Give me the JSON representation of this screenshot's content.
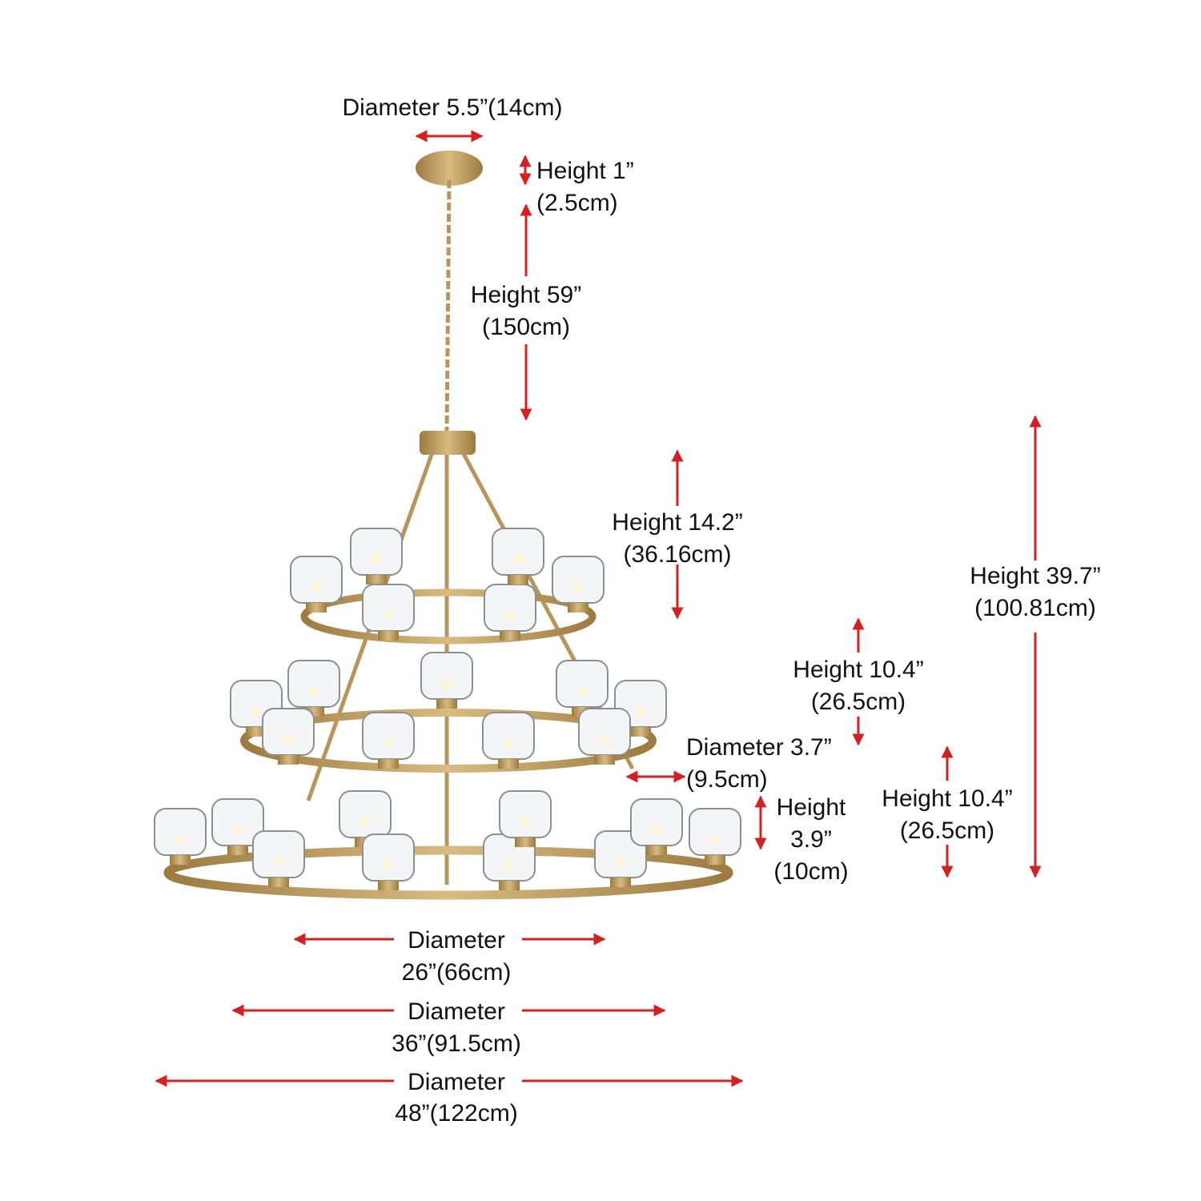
{
  "canopy": {
    "diameter": "Diameter 5.5”(14cm)",
    "height_line1": "Height 1”",
    "height_line2": "(2.5cm)"
  },
  "chain": {
    "line1": "Height 59”",
    "line2": "(150cm)"
  },
  "top_tier": {
    "line1": "Height 14.2”",
    "line2": "(36.16cm)"
  },
  "overall": {
    "line1": "Height 39.7”",
    "line2": "(100.81cm)"
  },
  "middle_tier": {
    "line1": "Height 10.4”",
    "line2": "(26.5cm)"
  },
  "shade": {
    "diameter_line1": "Diameter 3.7”",
    "diameter_line2": "(9.5cm)",
    "height_line1": "Height",
    "height_line2": "3.9”",
    "height_line3": "(10cm)"
  },
  "bottom_tier": {
    "line1": "Height 10.4”",
    "line2": "(26.5cm)"
  },
  "diameters": [
    {
      "label": "Diameter",
      "value": "26”(66cm)"
    },
    {
      "label": "Diameter",
      "value": "36”(91.5cm)"
    },
    {
      "label": "Diameter",
      "value": "48”(122cm)"
    }
  ],
  "colors": {
    "arrow": "#d42020",
    "brass": "#b8955a"
  }
}
